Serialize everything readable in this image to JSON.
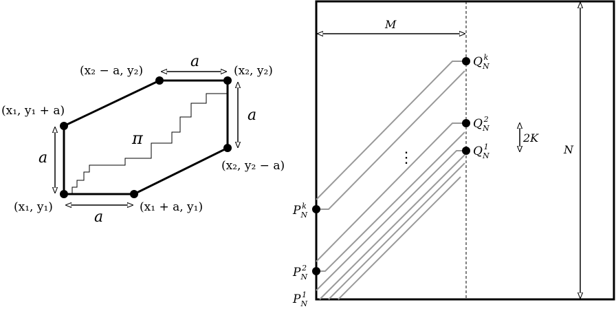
{
  "left_diagram": {
    "label_x2a_y2": "(x₂ − a, y₂)",
    "label_x2_y2": "(x₂, y₂)",
    "label_x1_y1a": "(x₁, y₁ + a)",
    "label_x1_y1": "(x₁, y₁)",
    "label_x1a_y1": "(x₁ + a, y₁)",
    "label_x2_y2a": "(x₂, y₂ − a)",
    "dim_top": "a",
    "dim_right": "a",
    "dim_left": "a",
    "dim_bottom": "a",
    "path_label": "π"
  },
  "right_diagram": {
    "width_label": "M",
    "height_label": "N",
    "spacing_label": "2K",
    "ellipsis": "⋮",
    "q_k_base": "Q",
    "q_k_sub": "N",
    "q_k_sup": "k",
    "q_2_base": "Q",
    "q_2_sub": "N",
    "q_2_sup": "2",
    "q_1_base": "Q",
    "q_1_sub": "N",
    "q_1_sup": "1",
    "p_k_base": "P",
    "p_k_sub": "N",
    "p_k_sup": "k",
    "p_2_base": "P",
    "p_2_sub": "N",
    "p_2_sup": "2",
    "p_1_base": "P",
    "p_1_sub": "N",
    "p_1_sup": "1"
  },
  "colors": {
    "stroke": "#000000",
    "path_gray": "#999999"
  }
}
